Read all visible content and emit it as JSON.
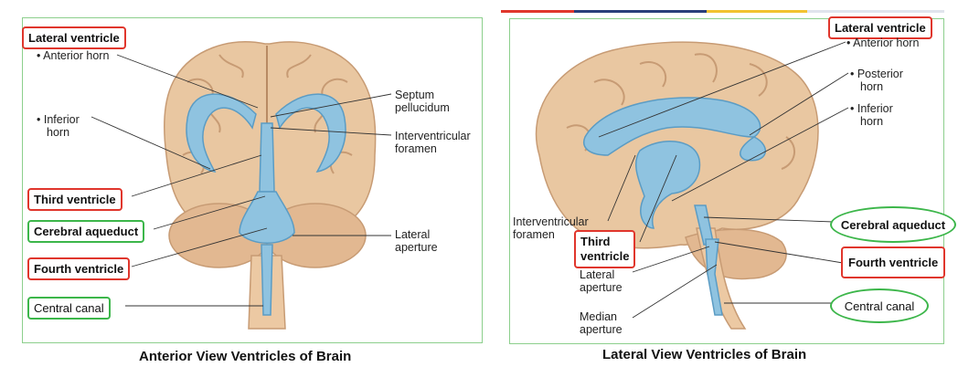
{
  "anterior": {
    "title": "Lateral ventricle",
    "anterior_horn": "• Anterior horn",
    "inferior_horn_1": "• Inferior",
    "inferior_horn_2": "horn",
    "septum_1": "Septum",
    "septum_2": "pellucidum",
    "interventricular_1": "Interventricular",
    "interventricular_2": "foramen",
    "third_ventricle": "Third ventricle",
    "cerebral_aqueduct": "Cerebral aqueduct",
    "lateral_aperture_1": "Lateral",
    "lateral_aperture_2": "aperture",
    "fourth_ventricle": "Fourth ventricle",
    "central_canal": "Central canal",
    "caption": "Anterior View Ventricles of Brain"
  },
  "lateral": {
    "title": "Lateral ventricle",
    "anterior_horn": "• Anterior horn",
    "posterior_horn_1": "• Posterior",
    "posterior_horn_2": "horn",
    "inferior_horn_1": "• Inferior",
    "inferior_horn_2": "horn",
    "interventricular_1": "Interventricular",
    "interventricular_2": "foramen",
    "third_ventricle_1": "Third",
    "third_ventricle_2": "ventricle",
    "cerebral_aqueduct": "Cerebral aqueduct",
    "fourth_ventricle": "Fourth ventricle",
    "lateral_aperture_1": "Lateral",
    "lateral_aperture_2": "aperture",
    "median_aperture_1": "Median",
    "median_aperture_2": "aperture",
    "central_canal": "Central canal",
    "caption": "Lateral View Ventricles of Brain"
  },
  "colors": {
    "red_box": "#e0362c",
    "green_box": "#3cb64a",
    "panel_border": "#8ccf8c",
    "ventricle": "#8fc3e0",
    "brain": "#e9c7a1"
  }
}
